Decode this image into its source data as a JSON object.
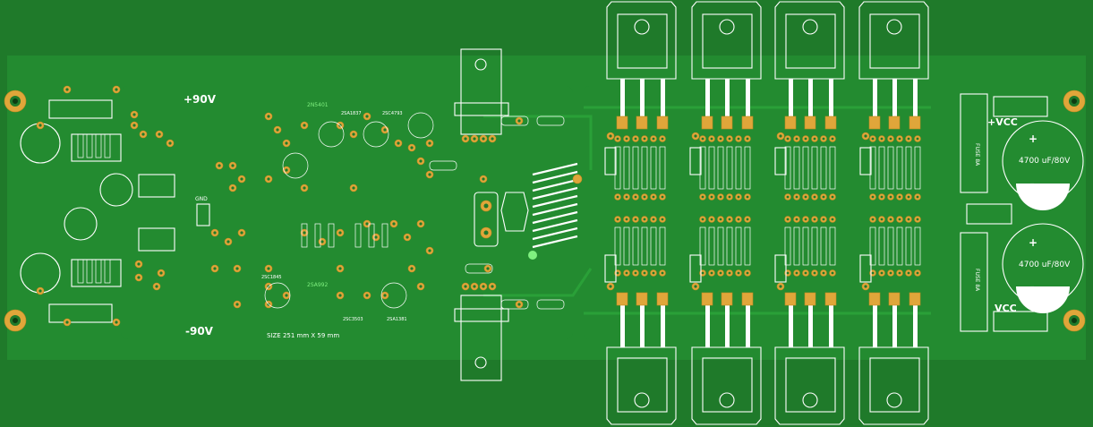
{
  "board": {
    "colors": {
      "substrate": "#1f7a2a",
      "copper": "#238b30",
      "pad": "#e0a63a",
      "silk": "#ffffff",
      "label_green": "#7ff07f"
    },
    "labels": {
      "pos_rail": "+90V",
      "neg_rail": "-90V",
      "size_note": "SIZE 251 mm X 59 mm",
      "gnd": "GND",
      "pos_vcc": "+VCC",
      "neg_vcc": "VCC",
      "cap_top": "4700 uF/80V",
      "cap_bottom": "4700 uF/80V",
      "fuse_top": "FUSE 8A",
      "fuse_bottom": "FUSE 8A",
      "q_top_a": "2N5401",
      "q_top_b": "2SA1837",
      "q_top_c": "2SC4793",
      "q_bot_a": "2SC1845",
      "q_bot_b": "2SA992",
      "q_bot_c": "2SC3503",
      "q_bot_d": "2SA1381"
    }
  }
}
